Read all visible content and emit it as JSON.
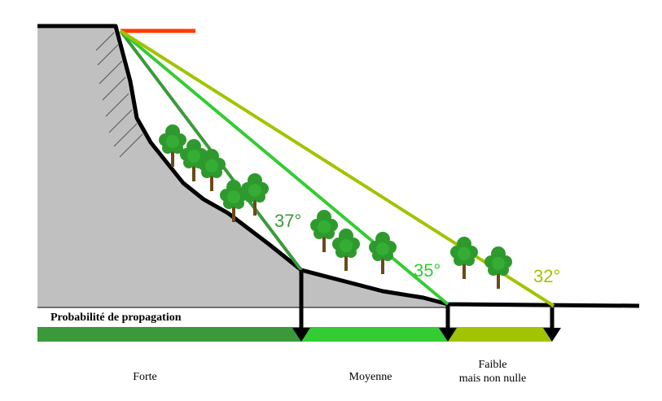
{
  "colors": {
    "cliff": "#c0c0c0",
    "ground": "#000000",
    "source_mark": "#ff3c00",
    "angle_37": "#3a9a3a",
    "angle_35": "#34cc34",
    "angle_32": "#a0c400",
    "tree_foliage": "#2e9a2e",
    "tree_trunk": "#6b4a1a"
  },
  "angles": {
    "a37": "37°",
    "a35": "35°",
    "a32": "32°"
  },
  "legend": {
    "title": "Probabilité de propagation",
    "forte": "Forte",
    "moyenne": "Moyenne",
    "faible_line1": "Faible",
    "faible_line2": "mais non nulle"
  },
  "icons": [
    "tree-icon",
    "arrow-down-icon"
  ]
}
